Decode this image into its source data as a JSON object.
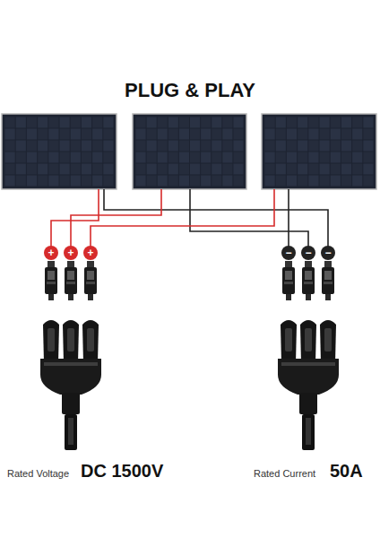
{
  "diagram": {
    "title": "PLUG & PLAY",
    "nodes": [
      {
        "text": [
          "+"
        ]
      },
      {
        "text": [
          "+"
        ]
      },
      {
        "text": [
          "+"
        ]
      },
      {
        "text": [
          "−"
        ]
      },
      {
        "text": [
          "−"
        ]
      },
      {
        "text": [
          "−"
        ]
      }
    ],
    "labels": [
      "Rated Voltage",
      "DC 1500V",
      "Rated Current",
      "50A"
    ]
  }
}
